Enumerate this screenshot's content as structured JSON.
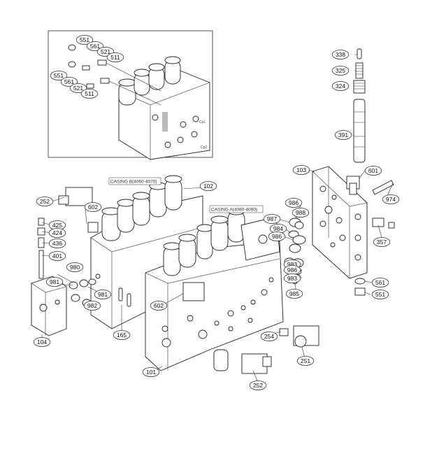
{
  "diagram": {
    "inset_callouts": [
      "551",
      "561",
      "521",
      "511",
      "551",
      "561",
      "521",
      "511"
    ],
    "inset_port_labels": [
      "Cp1",
      "Cp2"
    ],
    "group_labels": {
      "casing_b": "CASING B(4060-4070)",
      "casing_a": "CASING A(4080-4090)"
    },
    "callouts": [
      "338",
      "325",
      "324",
      "391",
      "103",
      "601",
      "974",
      "357",
      "561",
      "551",
      "986",
      "988",
      "987",
      "984",
      "986",
      "983",
      "986",
      "983",
      "985",
      "102",
      "252",
      "602",
      "425",
      "424",
      "436",
      "401",
      "980",
      "981",
      "981",
      "982",
      "104",
      "165",
      "602",
      "101",
      "254",
      "251",
      "252"
    ]
  }
}
